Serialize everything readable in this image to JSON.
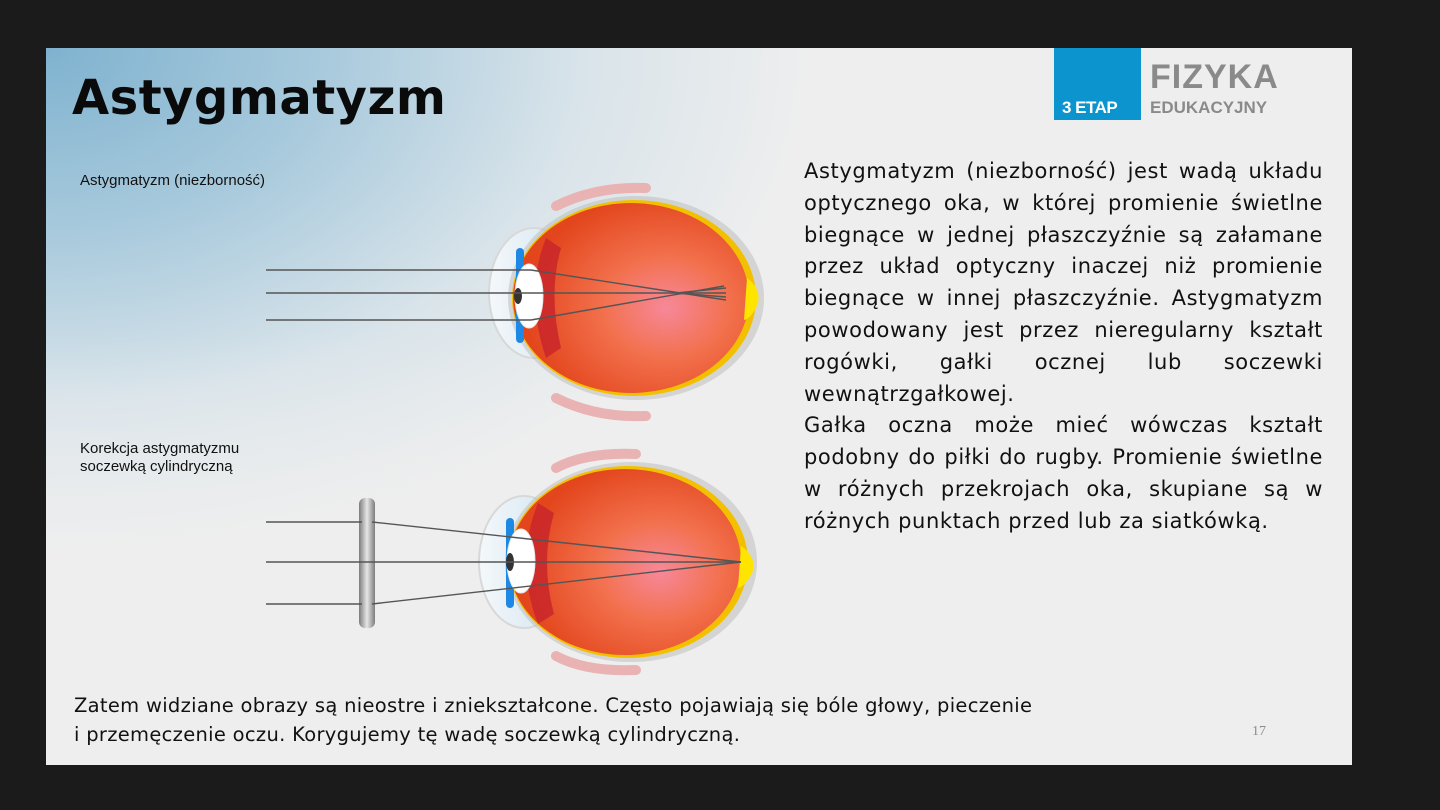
{
  "slide": {
    "title": "Astygmatyzm",
    "page_number": "17",
    "logo": {
      "badge": "3 ETAP",
      "name": "FIZYKA",
      "subtitle": "EDUKACYJNY",
      "badge_color": "#0c94cf",
      "text_color": "#8a8a8a"
    },
    "figures": [
      {
        "caption_lines": [
          "Astygmatyzm (niezborność)"
        ],
        "icon": "eye-cross-section-astigmatism-icon"
      },
      {
        "caption_lines": [
          "Korekcja astygmatyzmu",
          "soczewką cylindryczną"
        ],
        "icon": "eye-cross-section-cylindrical-lens-correction-icon"
      }
    ],
    "body_paragraphs": [
      "Astygmatyzm (niezborność) jest wadą układu optycznego oka, w której promienie świetlne biegnące w jednej płaszczyźnie są załamane przez układ optyczny inaczej niż promienie biegnące w innej płaszczyźnie. Astygmatyzm powodowany jest przez nieregularny kształt rogówki, gałki ocznej lub soczewki wewnątrzgałkowej.",
      "Gałka oczna może mieć wówczas kształt podobny do piłki do rugby. Promienie świetlne w różnych przekrojach oka, skupiane są w różnych punktach przed lub za siatkówką."
    ],
    "bottom_lines": [
      "Zatem widziane obrazy są nieostre i zniekształcone. Często pojawiają się bóle głowy, pieczenie",
      "i przemęczenie oczu. Korygujemy tę wadę soczewką cylindryczną."
    ]
  }
}
